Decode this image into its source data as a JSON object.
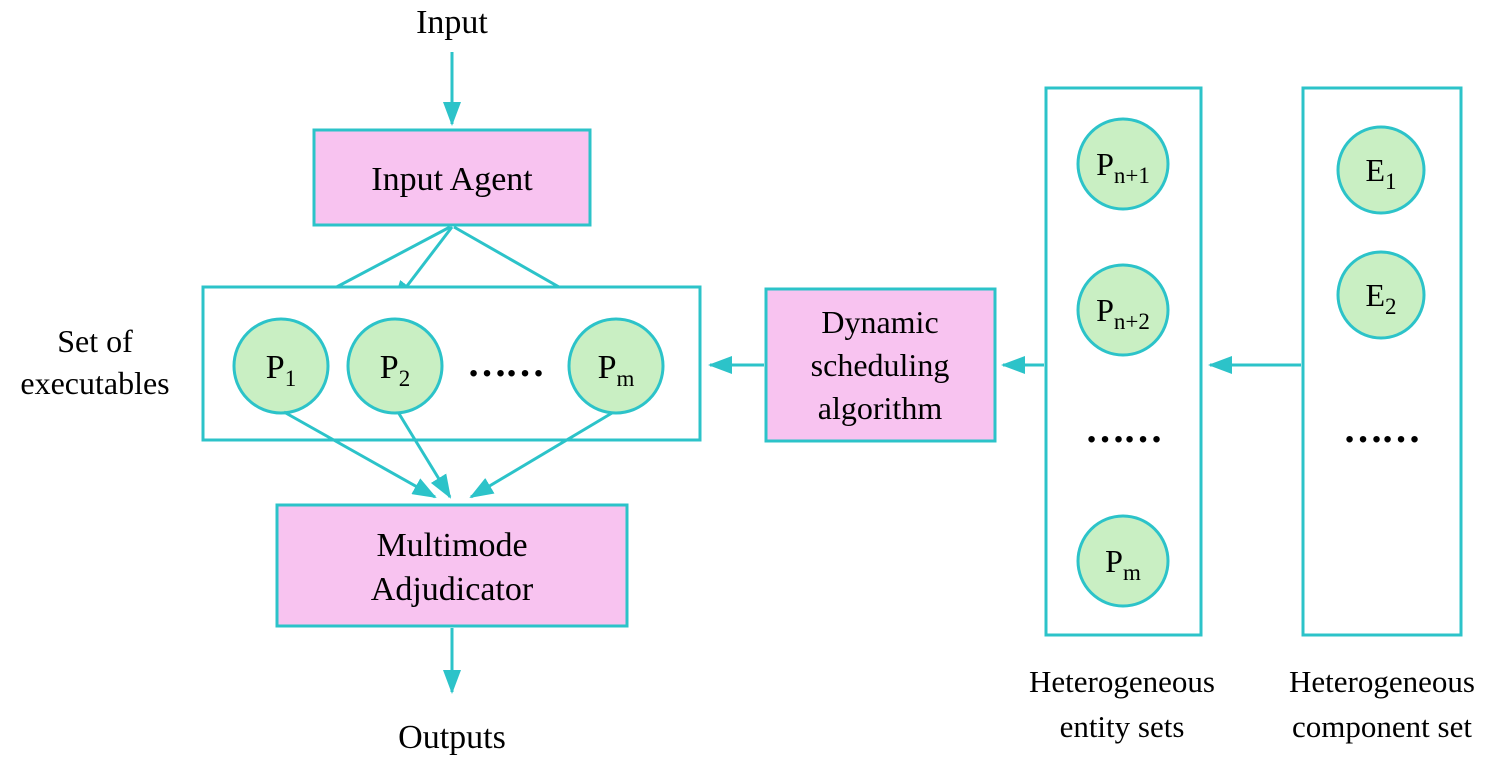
{
  "colors": {
    "teal": "#2cc3c9",
    "pink": "#f8c3f0",
    "green": "#c9efc3",
    "ink": "#000000",
    "bg": "#ffffff"
  },
  "labels": {
    "input": "Input",
    "outputs": "Outputs",
    "input_agent": "Input Agent",
    "set_of_executables": {
      "line1": "Set of",
      "line2": "executables"
    },
    "multimode_adjudicator": {
      "line1": "Multimode",
      "line2": "Adjudicator"
    },
    "dynamic_scheduling": {
      "line1": "Dynamic",
      "line2": "scheduling",
      "line3": "algorithm"
    },
    "heterogeneous_entity_sets": {
      "line1": "Heterogeneous",
      "line2": "entity sets"
    },
    "heterogeneous_component_set": {
      "line1": "Heterogeneous",
      "line2": "component set"
    },
    "ellipsis": "……"
  },
  "nodes": {
    "executables": [
      {
        "main": "P",
        "sub": "1"
      },
      {
        "main": "P",
        "sub": "2"
      },
      {
        "main": "P",
        "sub": "m"
      }
    ],
    "entities": [
      {
        "main": "P",
        "sub": "n+1"
      },
      {
        "main": "P",
        "sub": "n+2"
      },
      {
        "main": "P",
        "sub": "m"
      }
    ],
    "components": [
      {
        "main": "E",
        "sub": "1"
      },
      {
        "main": "E",
        "sub": "2"
      }
    ]
  }
}
